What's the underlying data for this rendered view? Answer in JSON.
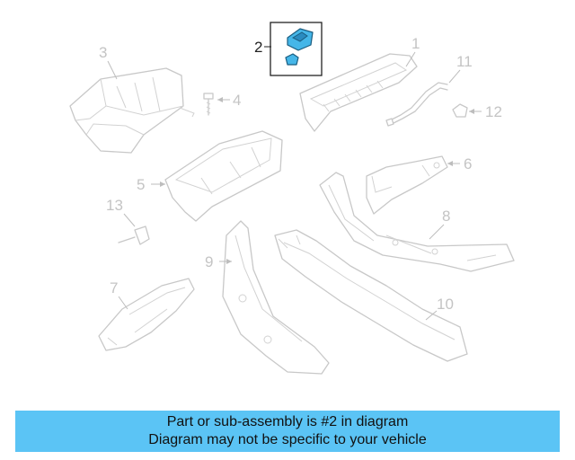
{
  "diagram": {
    "callouts": [
      "1",
      "2",
      "3",
      "4",
      "5",
      "6",
      "7",
      "8",
      "9",
      "10",
      "11",
      "12",
      "13"
    ],
    "highlighted_part": "2",
    "highlight_color": "#45b6e8"
  },
  "banner": {
    "line1": "Part or sub-assembly is #2 in diagram",
    "line2": "Diagram may not be specific to your vehicle",
    "background": "#5bc4f5"
  }
}
